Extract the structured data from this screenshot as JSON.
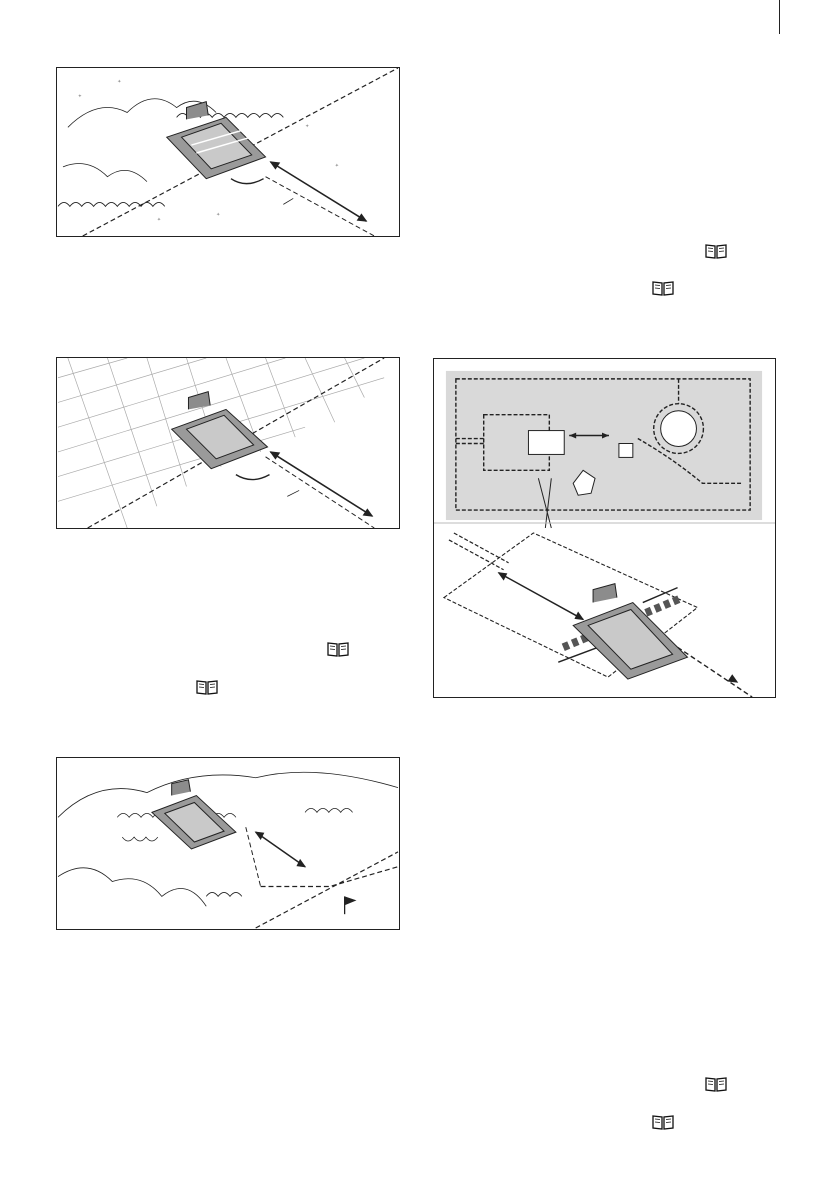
{
  "page": {
    "figures": [
      {
        "id": "fig-1",
        "icon": "lawn-edge-illustration"
      },
      {
        "id": "fig-2",
        "icon": "paving-edge-illustration"
      },
      {
        "id": "fig-3",
        "icon": "corridor-exit-illustration"
      },
      {
        "id": "fig-4",
        "icon": "charging-station-overview-illustration"
      }
    ],
    "reference_icons": [
      "book-icon",
      "book-icon",
      "book-icon",
      "book-icon",
      "book-icon",
      "book-icon"
    ],
    "colors": {
      "line": "#222222",
      "zone_fill": "#d9d9d9",
      "station": "#8c8c8c"
    }
  }
}
